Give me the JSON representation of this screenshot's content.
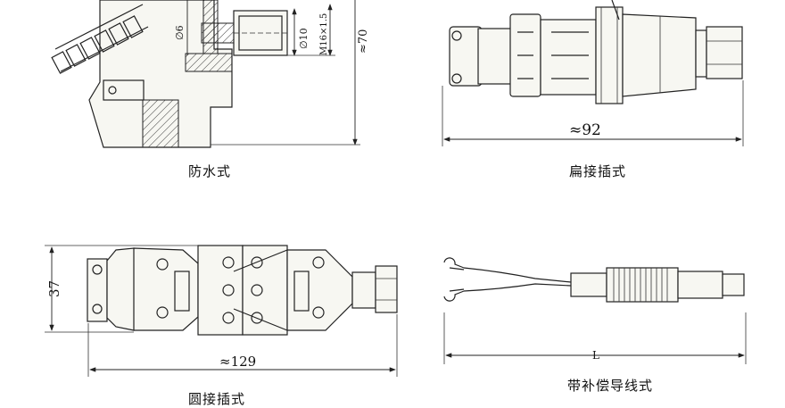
{
  "panels": {
    "waterproof": {
      "caption": "防水式",
      "dims": {
        "height": "≈70",
        "thread": "M16×1.5",
        "d10": "∅10",
        "d6": "∅6"
      }
    },
    "flat_plug": {
      "caption": "扁接插式",
      "dims": {
        "length": "≈92"
      }
    },
    "round_plug": {
      "caption": "圆接插式",
      "dims": {
        "length": "≈129",
        "height": "37"
      }
    },
    "compensation_lead": {
      "caption": "带补偿导线式",
      "dims": {
        "length": "L"
      }
    }
  },
  "colors": {
    "line": "#222222",
    "background": "#ffffff"
  }
}
